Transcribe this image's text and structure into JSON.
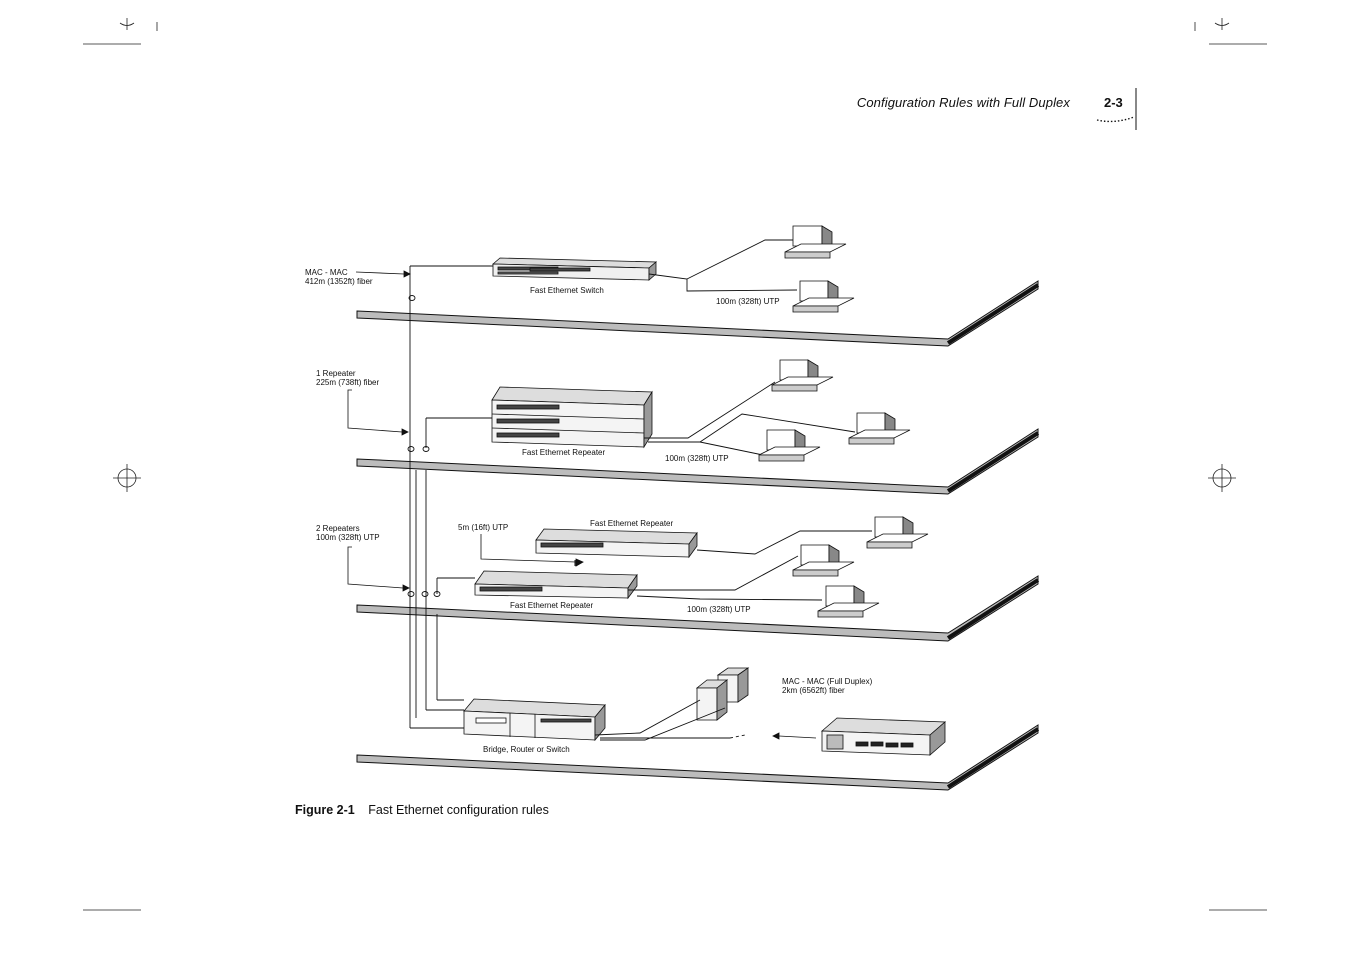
{
  "header": {
    "title": "Configuration Rules with Full Duplex",
    "page_number": "2-3"
  },
  "figure": {
    "caption_label": "Figure 2-1",
    "caption_text": "Fast Ethernet configuration rules",
    "labels": {
      "mac_mac": "MAC - MAC",
      "mac_mac_fiber": "412m (1352ft) fiber",
      "switch": "Fast Ethernet Switch",
      "utp_floor1": "100m (328ft) UTP",
      "one_repeater": "1 Repeater",
      "one_repeater_fiber": "225m (738ft) fiber",
      "repeater_floor2": "Fast Ethernet Repeater",
      "utp_floor2": "100m (328ft) UTP",
      "two_repeaters": "2 Repeaters",
      "two_repeaters_utp": "100m (328ft) UTP",
      "short_utp": "5m (16ft) UTP",
      "repeater_floor3_top": "Fast Ethernet Repeater",
      "repeater_floor3_bottom": "Fast Ethernet Repeater",
      "utp_floor3": "100m (328ft) UTP",
      "full_duplex": "MAC - MAC (Full Duplex)",
      "full_duplex_fiber": "2km (6562ft) fiber",
      "bridge": "Bridge, Router or Switch"
    }
  }
}
